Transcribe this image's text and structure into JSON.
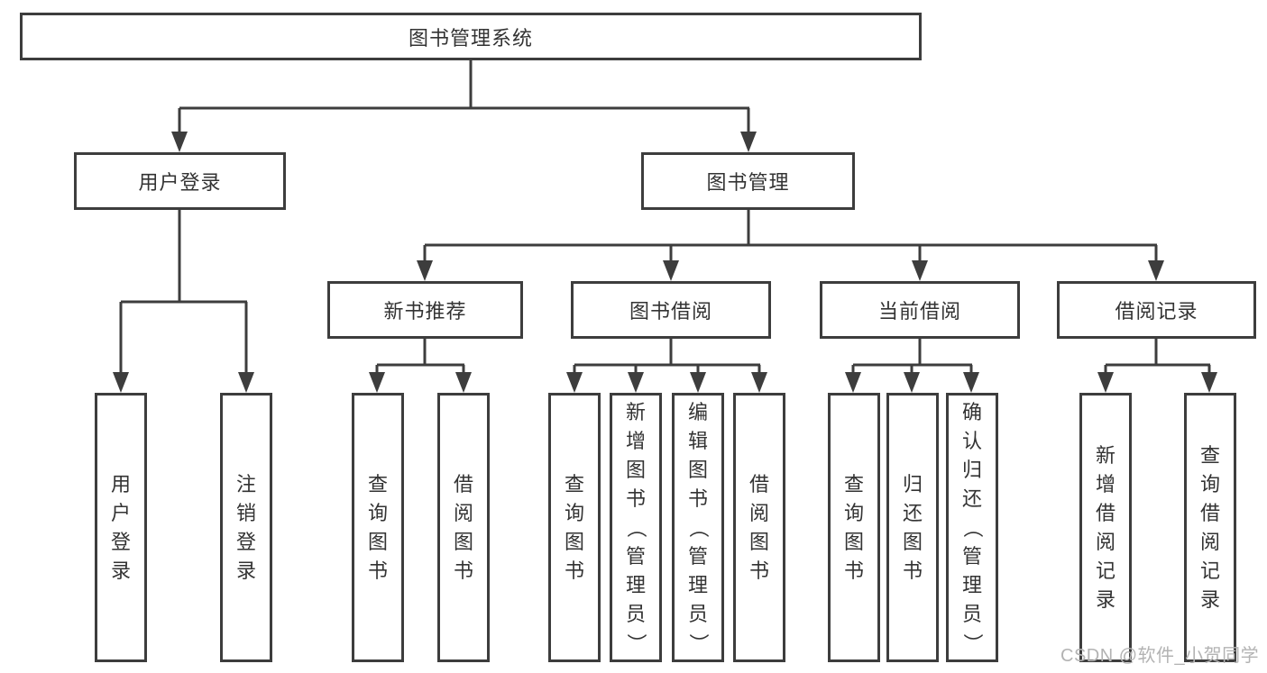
{
  "title": "图书管理系统",
  "nodes": {
    "root": "图书管理系统",
    "user_login": "用户登录",
    "book_mgmt": "图书管理",
    "new_books": "新书推荐",
    "book_borrow": "图书借阅",
    "current_borrow": "当前借阅",
    "borrow_records": "借阅记录",
    "leaf_user_login": "用户登录",
    "leaf_logout": "注销登录",
    "leaf_nb_query": "查询图书",
    "leaf_nb_borrow": "借阅图书",
    "leaf_bb_query": "查询图书",
    "leaf_bb_add": "新增图书（管理员）",
    "leaf_bb_edit": "编辑图书（管理员）",
    "leaf_bb_borrow": "借阅图书",
    "leaf_cb_query": "查询图书",
    "leaf_cb_return": "归还图书",
    "leaf_cb_confirm": "确认归还（管理员）",
    "leaf_br_add": "新增借阅记录",
    "leaf_br_query": "查询借阅记录"
  },
  "watermark": "CSDN @软件_小贺同学",
  "colors": {
    "line": "#3d3d3d",
    "text": "#333333",
    "watermark": "#b3b3b3",
    "background": "#ffffff"
  }
}
